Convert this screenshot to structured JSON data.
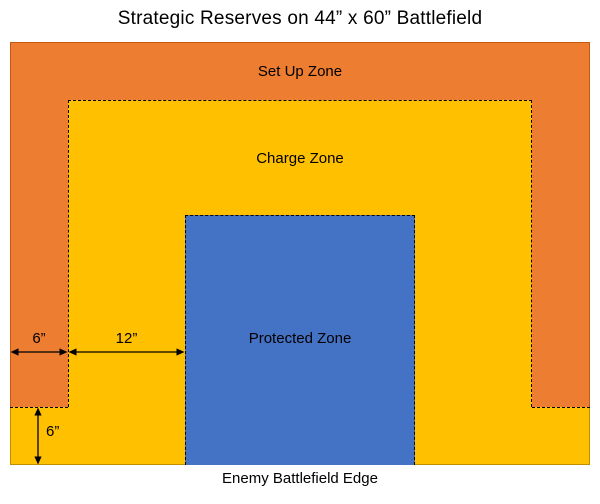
{
  "title": "Strategic Reserves on 44” x 60” Battlefield",
  "battlefield": {
    "setup_zone_label": "Set Up Zone",
    "charge_zone_label": "Charge Zone",
    "protected_zone_label": "Protected Zone",
    "bottom_edge_label": "Enemy Battlefield Edge"
  },
  "measurements": {
    "setup_depth": "6”",
    "charge_depth": "12”",
    "bottom_depth": "6”"
  },
  "colors": {
    "setup_zone": "#ED7D31",
    "charge_zone": "#FFC000",
    "protected_zone": "#4472C4",
    "boundary_dash": "#000000"
  }
}
